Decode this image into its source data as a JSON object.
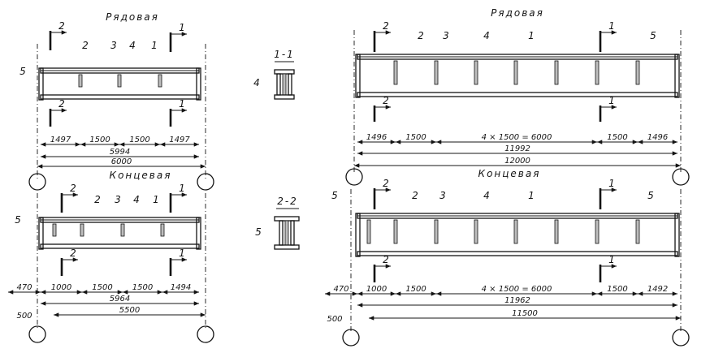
{
  "labels": {
    "row": "Рядовая",
    "end": "Концевая",
    "sec11": "1-1",
    "sec22": "2-2",
    "n1": "1",
    "n2": "2",
    "n3": "3",
    "n4": "4",
    "n5": "5"
  },
  "dims": {
    "sr": [
      "1497",
      "1500",
      "1500",
      "1497"
    ],
    "sr_total_inner": "5994",
    "sr_total": "6000",
    "se": [
      "470",
      "1000",
      "1500",
      "1500",
      "1494"
    ],
    "se_total_inner": "5964",
    "se_total": "5500",
    "se_left": "500",
    "lr": [
      "1496",
      "1500",
      "4 × 1500 = 6000",
      "1500",
      "1496"
    ],
    "lr_total_inner": "11992",
    "lr_total": "12000",
    "le": [
      "470",
      "1000",
      "1500",
      "4 × 1500 = 6000",
      "1500",
      "1492"
    ],
    "le_total_inner": "11962",
    "le_total": "11500",
    "le_left": "500"
  }
}
